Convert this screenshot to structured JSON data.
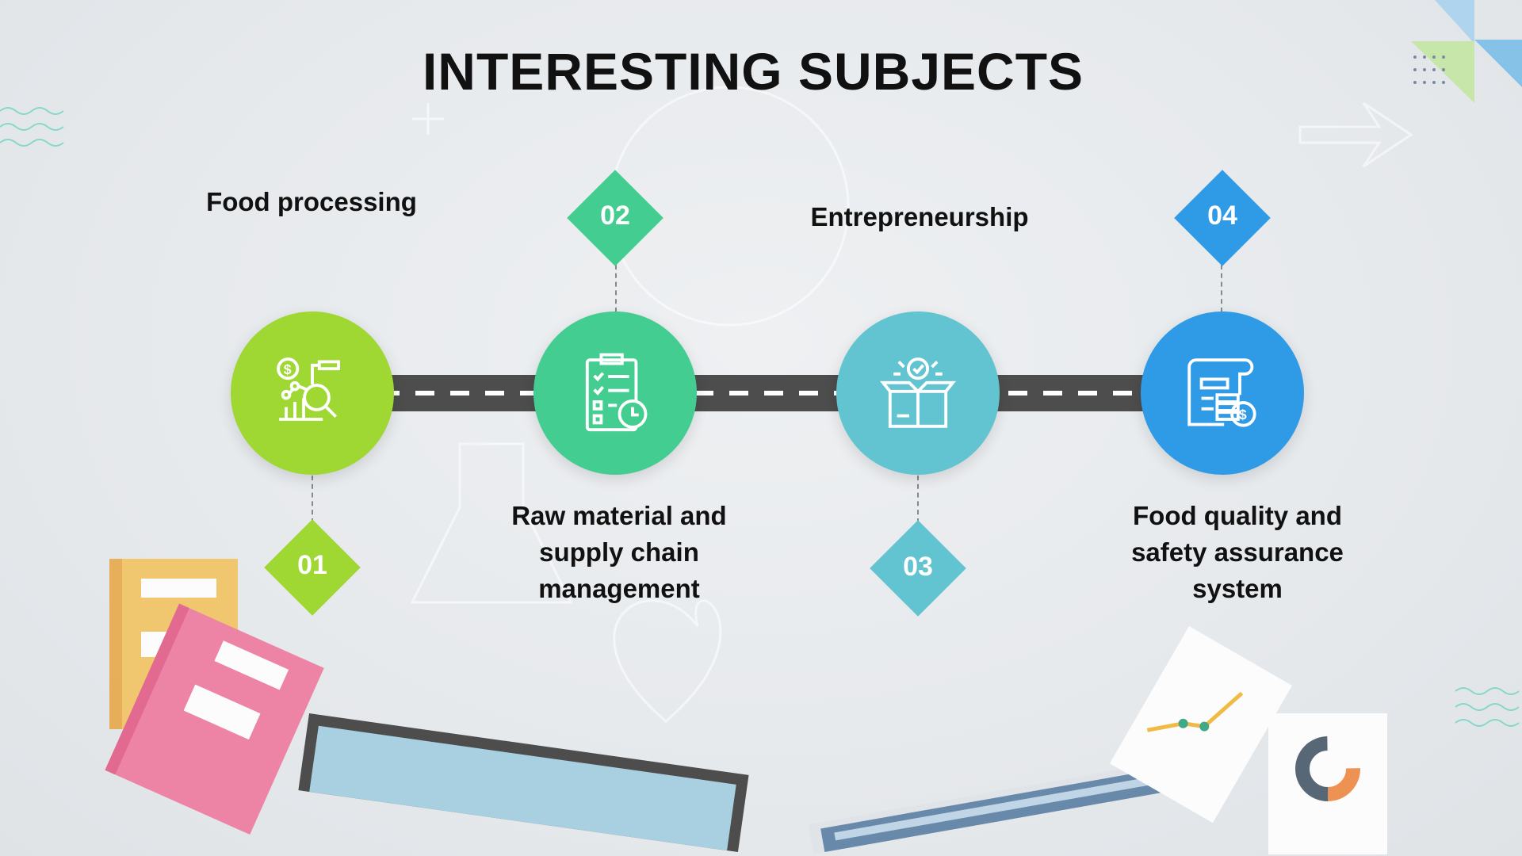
{
  "title": "INTERESTING SUBJECTS",
  "steps": [
    {
      "number": "01",
      "label": "Food processing",
      "icon": "financial-analysis-icon",
      "color": "#9fd733"
    },
    {
      "number": "02",
      "label": "Raw material and supply chain management",
      "label_lines": [
        "Raw material and",
        "supply chain",
        "management"
      ],
      "icon": "checklist-clock-icon",
      "color": "#44cd90"
    },
    {
      "number": "03",
      "label": "Entrepreneurship",
      "icon": "open-box-check-icon",
      "color": "#62c4d0"
    },
    {
      "number": "04",
      "label": "Food quality and safety assurance system",
      "label_lines": [
        "Food quality and",
        "safety assurance",
        "system"
      ],
      "icon": "document-dollar-icon",
      "color": "#2f9be6"
    }
  ]
}
